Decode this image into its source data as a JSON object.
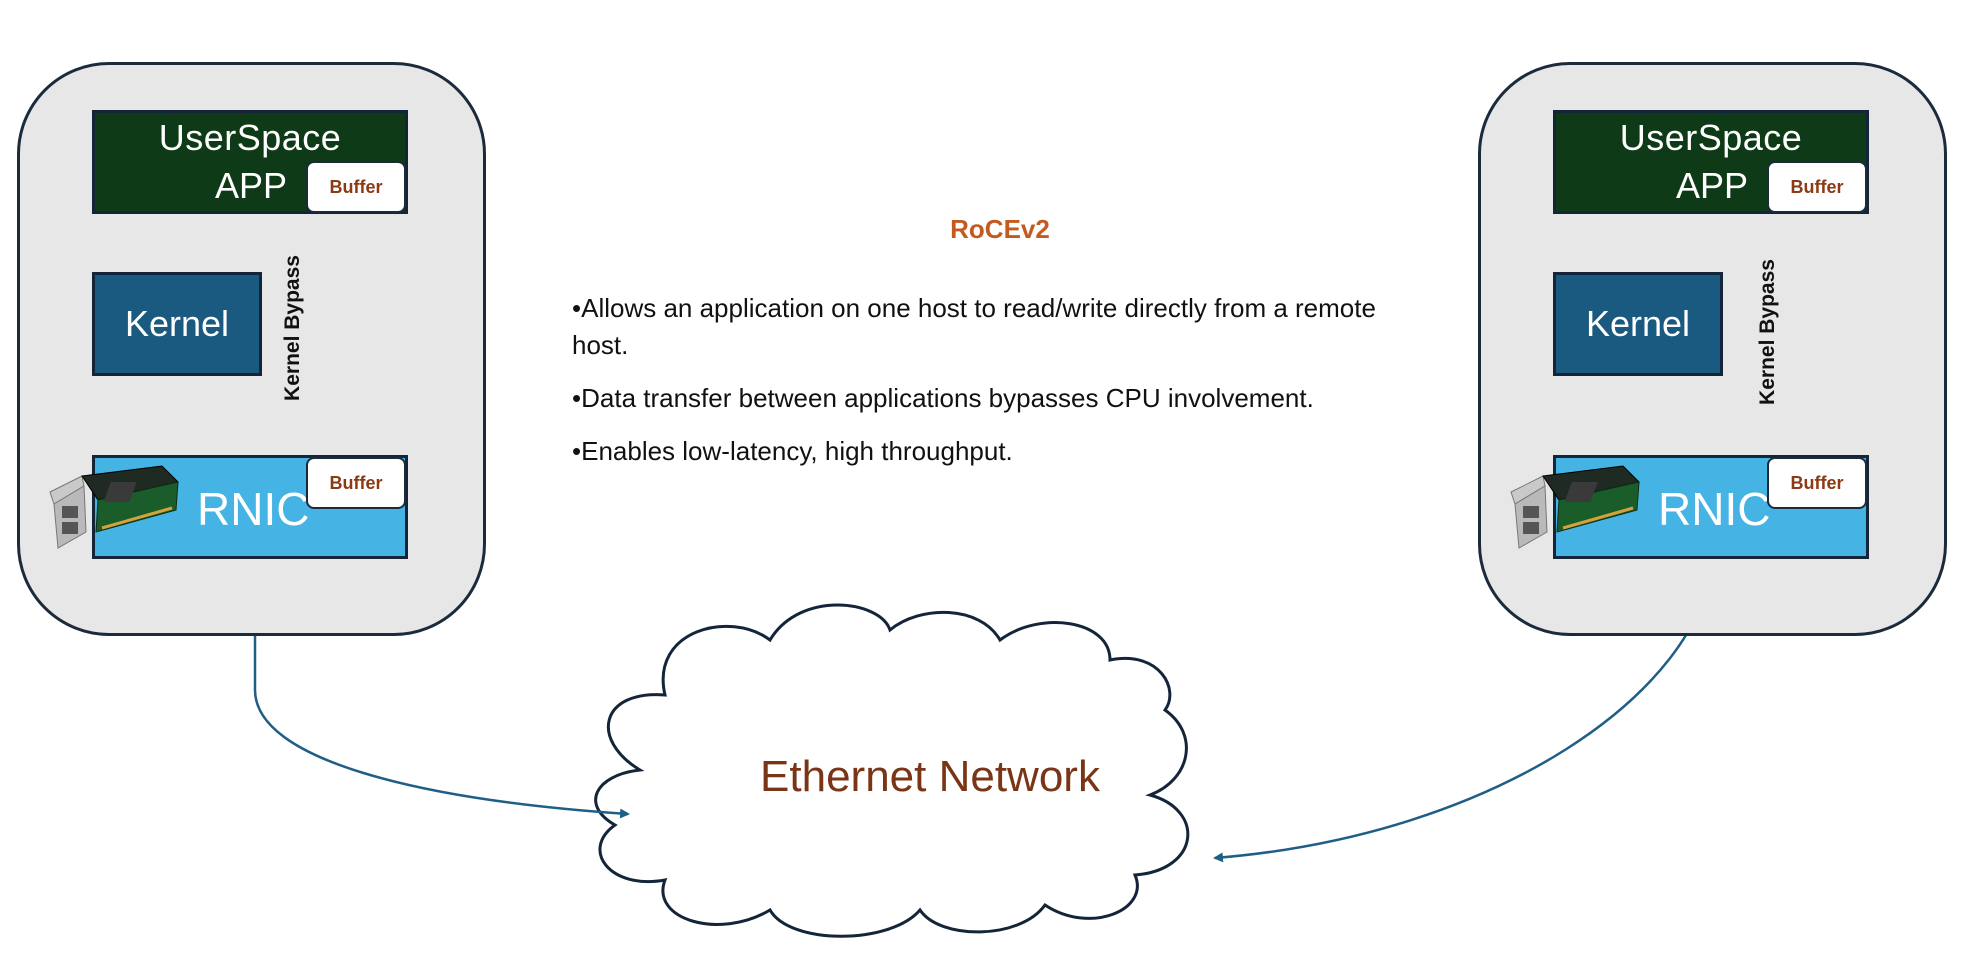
{
  "title": "RoCEv2",
  "bullets": [
    "•Allows an application on one host to read/write directly from a remote host.",
    "•Data transfer between applications bypasses CPU involvement.",
    "•Enables low-latency, high throughput."
  ],
  "left_host": {
    "app_line1": "UserSpace",
    "app_line2": "APP",
    "buffer_top": "Buffer",
    "kernel": "Kernel",
    "bypass": "Kernel Bypass",
    "rnic": "RNIC",
    "buffer_bottom": "Buffer"
  },
  "right_host": {
    "app_line1": "UserSpace",
    "app_line2": "APP",
    "buffer_top": "Buffer",
    "kernel": "Kernel",
    "bypass": "Kernel Bypass",
    "rnic": "RNIC",
    "buffer_bottom": "Buffer"
  },
  "network": "Ethernet Network",
  "colors": {
    "app_bg": "#0f3a17",
    "kernel_bg": "#1b5a80",
    "rnic_bg": "#45b3e3",
    "host_bg": "#e7e7e8",
    "arrow": "#1f5f86",
    "title": "#c55a20",
    "buffer_text": "#8b3a14",
    "network_text": "#7a3516"
  }
}
